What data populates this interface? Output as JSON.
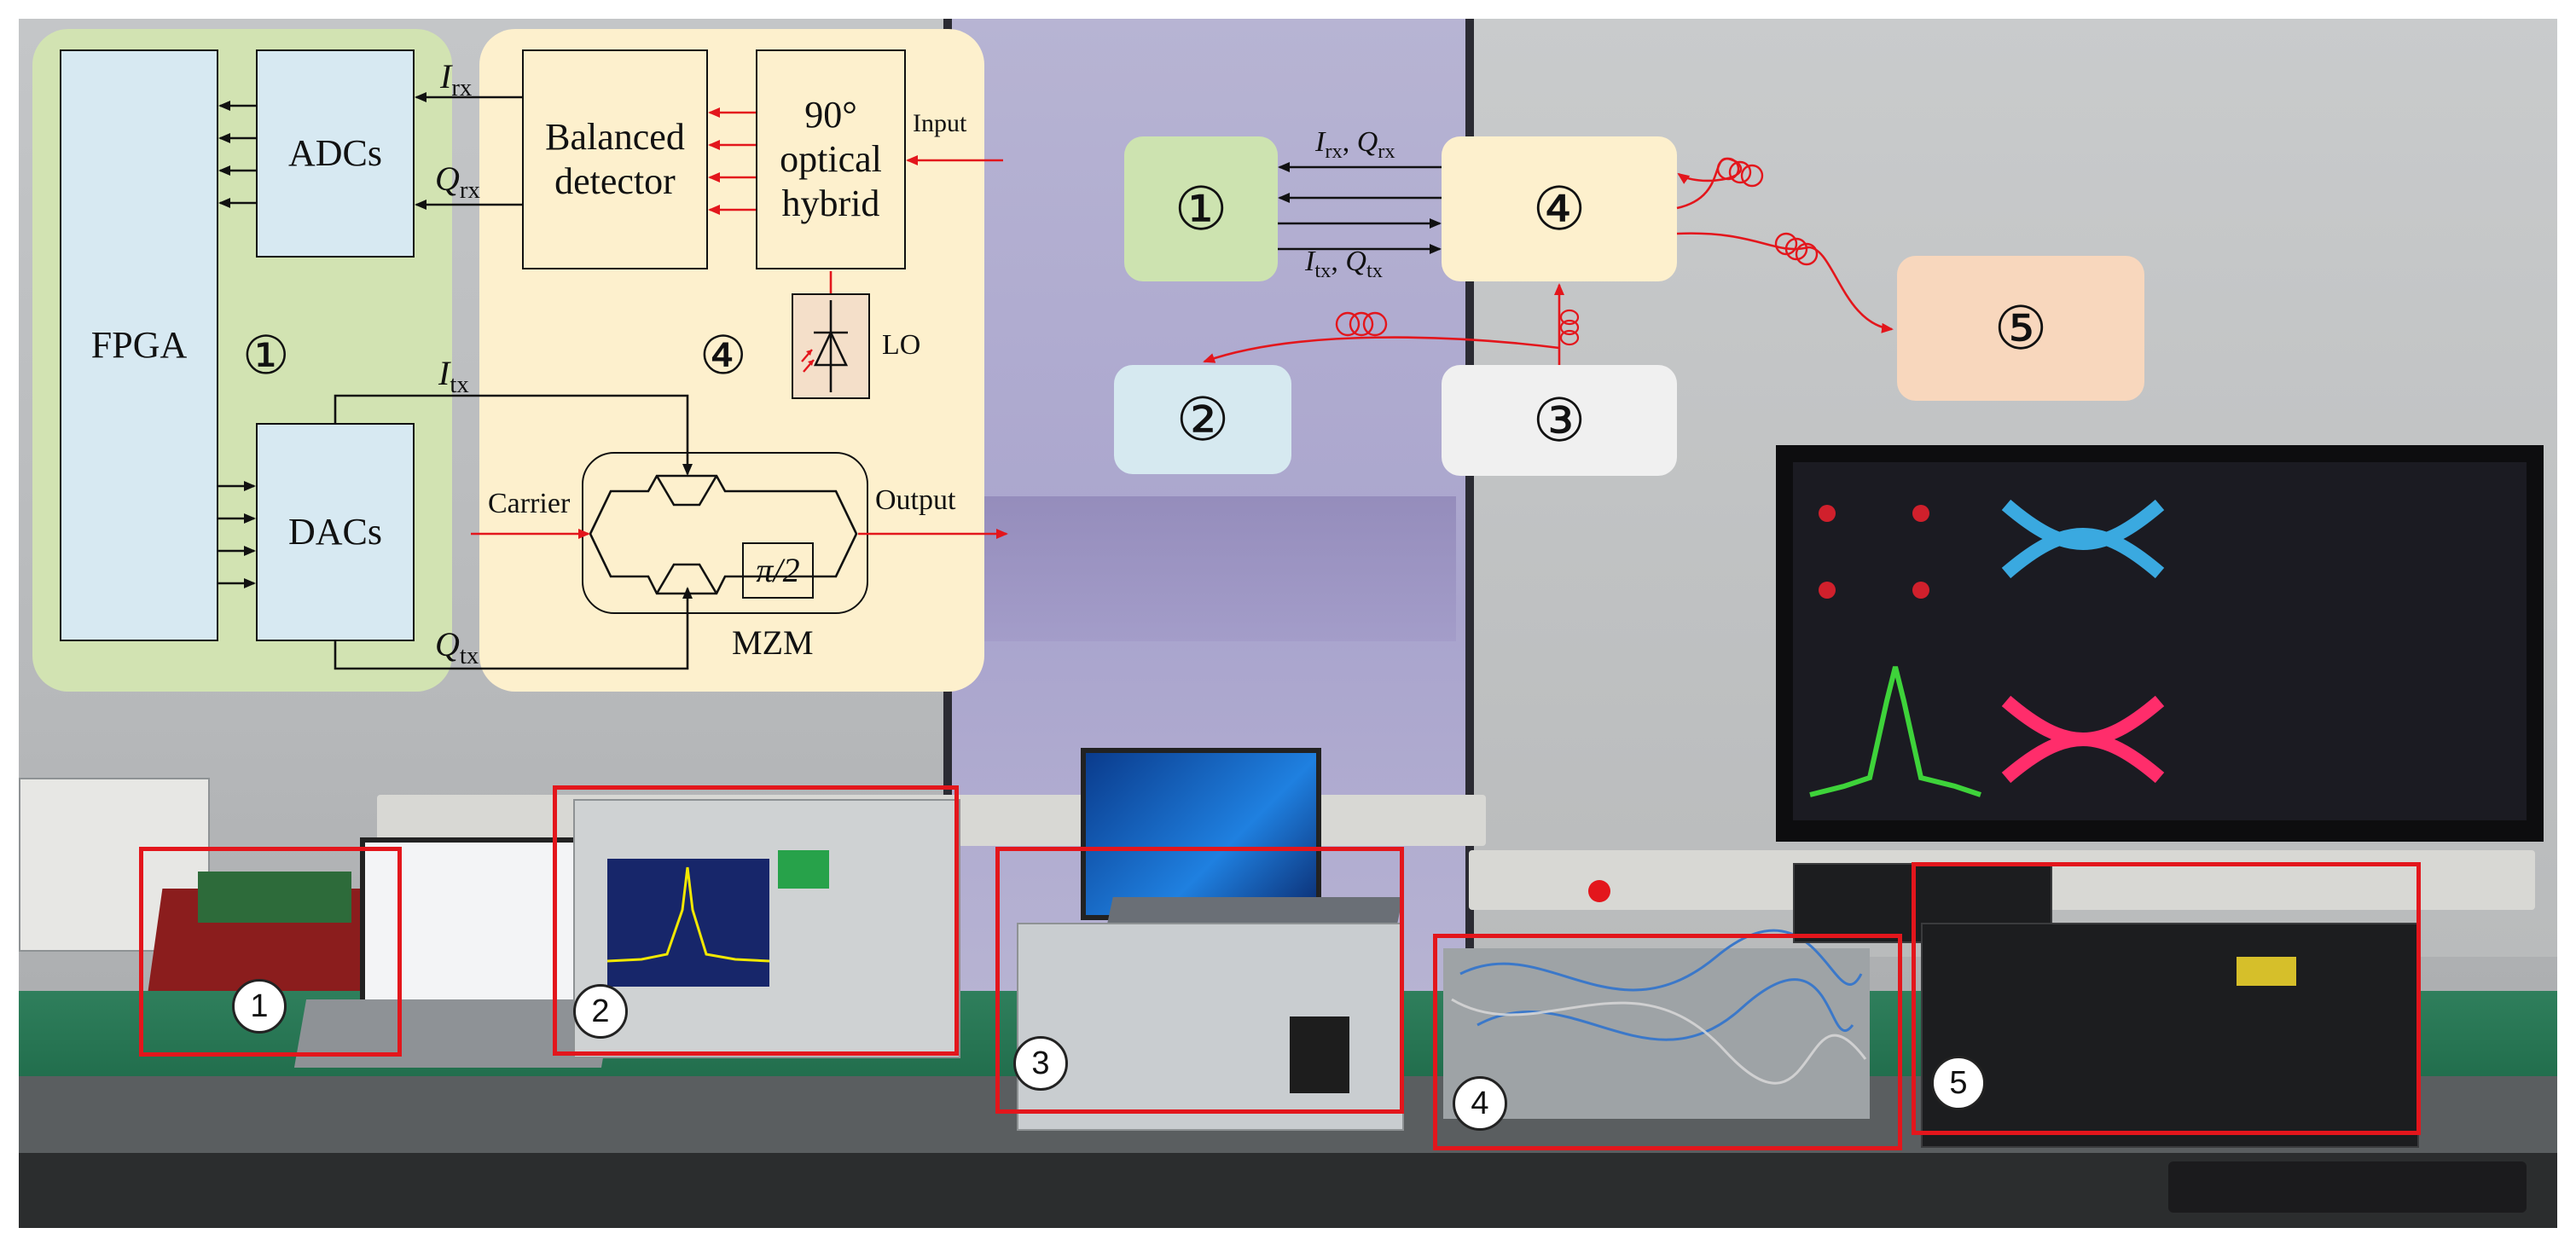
{
  "diagram_left": {
    "blocks": {
      "fpga": "FPGA",
      "adcs": "ADCs",
      "dacs": "DACs",
      "balanced_detector": [
        "Balanced",
        "detector"
      ],
      "hybrid": [
        "90°",
        "optical",
        "hybrid"
      ],
      "lo": "LO",
      "mzm": "MZM",
      "pi_half": "π/2"
    },
    "panel_numbers": {
      "digital": "①",
      "optical": "④"
    },
    "signals": {
      "i_rx": {
        "sym": "I",
        "sub": "rx"
      },
      "q_rx": {
        "sym": "Q",
        "sub": "rx"
      },
      "i_tx": {
        "sym": "I",
        "sub": "tx"
      },
      "q_tx": {
        "sym": "Q",
        "sub": "tx"
      }
    },
    "ports": {
      "input": "Input",
      "carrier": "Carrier",
      "output": "Output"
    },
    "colors": {
      "panel_green": "#d2e3b2",
      "panel_yellow": "#fdf0cd",
      "block_blue": "#d7e9f2",
      "optical_path": "#e3161c",
      "electrical_path": "#111111"
    }
  },
  "diagram_right": {
    "blocks": [
      "①",
      "②",
      "③",
      "④",
      "⑤"
    ],
    "edge_labels": {
      "rx": [
        {
          "sym": "I",
          "sub": "rx"
        },
        {
          "sym": "Q",
          "sub": "rx"
        }
      ],
      "tx": [
        {
          "sym": "I",
          "sub": "tx"
        },
        {
          "sym": "Q",
          "sub": "tx"
        }
      ]
    },
    "colors": {
      "1": "#cde3b0",
      "2": "#d6e9f0",
      "3": "#f0f0f0",
      "4": "#fdf0cd",
      "5": "#f8d7bd"
    }
  },
  "photo": {
    "equipment_badges": [
      "1",
      "2",
      "3",
      "4",
      "5"
    ],
    "highlight_color": "#e3161c"
  }
}
